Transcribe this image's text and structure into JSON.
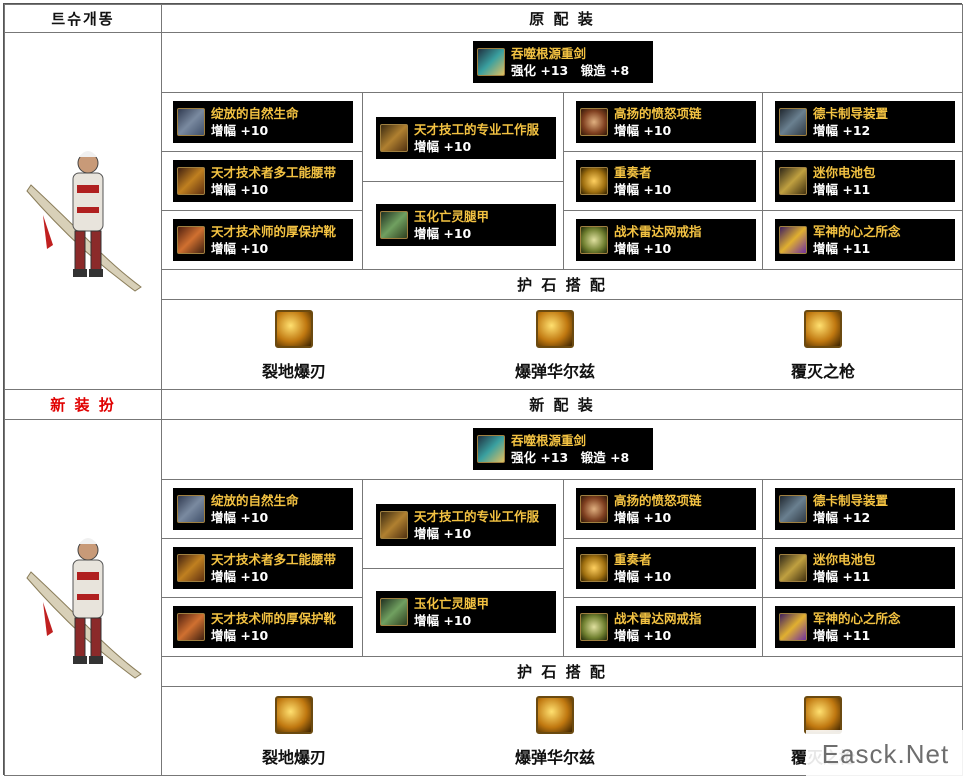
{
  "colors": {
    "item_name": "#f3c242",
    "header_red": "#e00000"
  },
  "sections": [
    {
      "label": "트슈개똥",
      "title": "原 配 装",
      "weapon": {
        "name": "吞噬根源重剑",
        "stat": "强化 +13　锻造 +8",
        "icon": "sword-icon"
      },
      "left": [
        {
          "name": "绽放的自然生命",
          "stat": "增幅 +10",
          "icon": "shoulder-icon"
        },
        {
          "name": "天才技术者多工能腰带",
          "stat": "增幅 +10",
          "icon": "belt-icon"
        },
        {
          "name": "天才技术师的厚保护靴",
          "stat": "增幅 +10",
          "icon": "boots-icon"
        }
      ],
      "middle": [
        {
          "name": "天才技工的专业工作服",
          "stat": "增幅 +10",
          "icon": "armor-icon"
        },
        {
          "name": "玉化亡灵腿甲",
          "stat": "增幅 +10",
          "icon": "legs-icon"
        }
      ],
      "accessories": [
        {
          "name": "高扬的愤怒项链",
          "stat": "增幅 +10",
          "icon": "necklace-icon"
        },
        {
          "name": "重奏者",
          "stat": "增幅 +10",
          "icon": "bracelet-icon"
        },
        {
          "name": "战术雷达网戒指",
          "stat": "增幅 +10",
          "icon": "ring-icon"
        }
      ],
      "special": [
        {
          "name": "德卡制导装置",
          "stat": "增幅 +12",
          "icon": "device-icon"
        },
        {
          "name": "迷你电池包",
          "stat": "增幅 +11",
          "icon": "battery-icon"
        },
        {
          "name": "军神的心之所念",
          "stat": "增幅 +11",
          "icon": "earring-icon"
        }
      ],
      "talisman_title": "护 石 搭 配",
      "talismans": [
        "裂地爆刃",
        "爆弹华尔兹",
        "覆灭之枪"
      ]
    },
    {
      "label": "新 装 扮",
      "title": "新 配 装",
      "weapon": {
        "name": "吞噬根源重剑",
        "stat": "强化 +13　锻造 +8",
        "icon": "sword-icon"
      },
      "left": [
        {
          "name": "绽放的自然生命",
          "stat": "增幅 +10",
          "icon": "shoulder-icon"
        },
        {
          "name": "天才技术者多工能腰带",
          "stat": "增幅 +10",
          "icon": "belt-icon"
        },
        {
          "name": "天才技术师的厚保护靴",
          "stat": "增幅 +10",
          "icon": "boots-icon"
        }
      ],
      "middle": [
        {
          "name": "天才技工的专业工作服",
          "stat": "增幅 +10",
          "icon": "armor-icon"
        },
        {
          "name": "玉化亡灵腿甲",
          "stat": "增幅 +10",
          "icon": "legs-icon"
        }
      ],
      "accessories": [
        {
          "name": "高扬的愤怒项链",
          "stat": "增幅 +10",
          "icon": "necklace-icon"
        },
        {
          "name": "重奏者",
          "stat": "增幅 +10",
          "icon": "bracelet-icon"
        },
        {
          "name": "战术雷达网戒指",
          "stat": "增幅 +10",
          "icon": "ring-icon"
        }
      ],
      "special": [
        {
          "name": "德卡制导装置",
          "stat": "增幅 +12",
          "icon": "device-icon"
        },
        {
          "name": "迷你电池包",
          "stat": "增幅 +11",
          "icon": "battery-icon"
        },
        {
          "name": "军神的心之所念",
          "stat": "增幅 +11",
          "icon": "earring-icon"
        }
      ],
      "talisman_title": "护 石 搭 配",
      "talismans": [
        "裂地爆刃",
        "爆弹华尔兹",
        "覆灭之枪"
      ]
    }
  ],
  "watermark": "Easck.Net"
}
